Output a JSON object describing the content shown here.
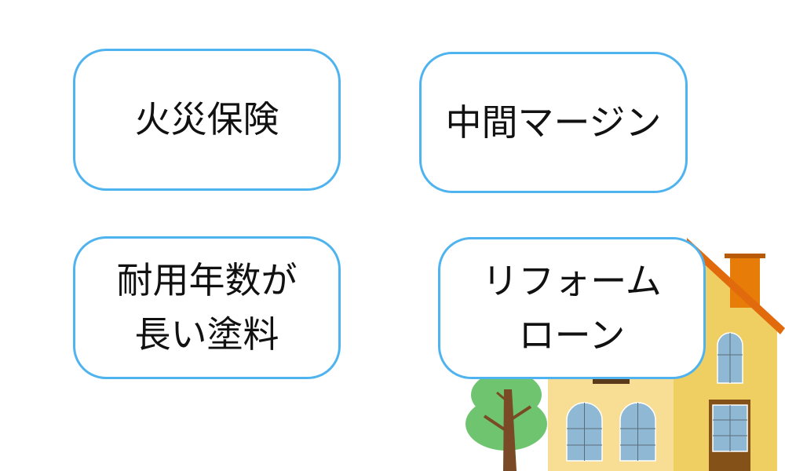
{
  "cards": [
    {
      "line1": "火災保険",
      "line2": ""
    },
    {
      "line1": "中間マージン",
      "line2": ""
    },
    {
      "line1": "耐用年数が",
      "line2": "長い塗料"
    },
    {
      "line1": "リフォーム",
      "line2": "ローン"
    }
  ],
  "colors": {
    "border": "#4fb3f0",
    "roof": "#e06a0c",
    "wall_light": "#f8de94",
    "wall": "#f0cf62",
    "window": "#8fb8d4",
    "door": "#845219",
    "tree": "#6fc56f",
    "trunk": "#7a4a26"
  },
  "illustration": {
    "icons": [
      "house-icon",
      "tree-icon"
    ]
  }
}
